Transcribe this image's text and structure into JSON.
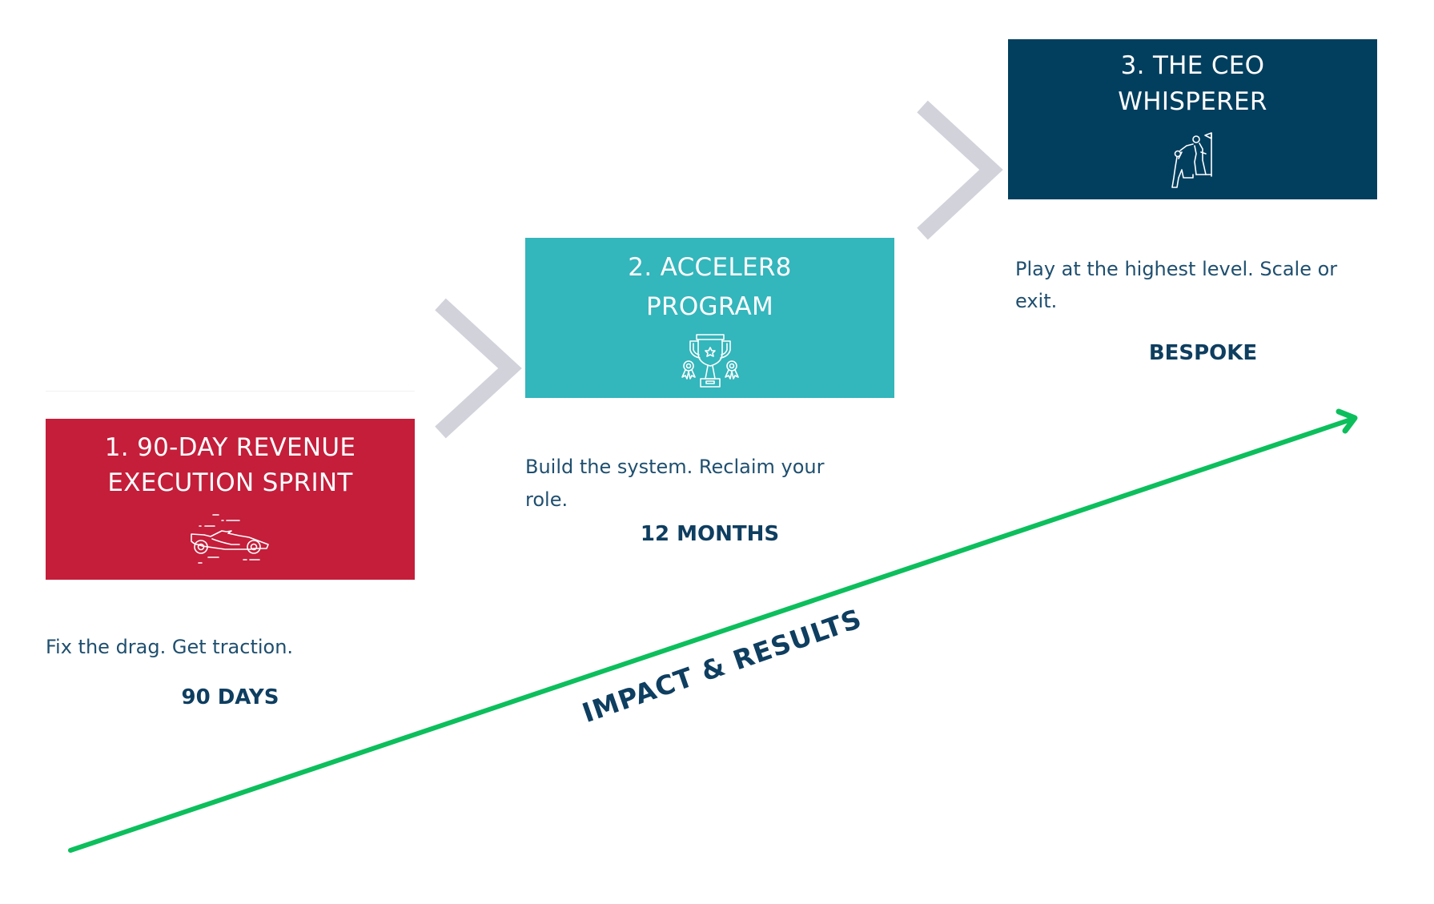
{
  "stages": [
    {
      "title_line1": "1. 90-DAY REVENUE",
      "title_line2": "EXECUTION SPRINT",
      "icon": "race-car-icon",
      "color": "#c41e3a",
      "description": "Fix the drag. Get traction.",
      "duration": "90 DAYS"
    },
    {
      "title_line1": "2. ACCELER8",
      "title_line2": "PROGRAM",
      "icon": "trophy-icon",
      "color": "#33b6bc",
      "description_line1": "Build the system. Reclaim your",
      "description_line2": "role.",
      "duration": "12 MONTHS"
    },
    {
      "title_line1": "3. THE CEO",
      "title_line2": "WHISPERER",
      "icon": "climbing-help-icon",
      "color": "#023f5f",
      "description_line1": "Play at the highest level. Scale or",
      "description_line2": "exit.",
      "duration": "BESPOKE"
    }
  ],
  "arrow": {
    "label": "IMPACT & RESULTS",
    "color": "#0cbf5c"
  },
  "chevron_color": "#d1d2da"
}
